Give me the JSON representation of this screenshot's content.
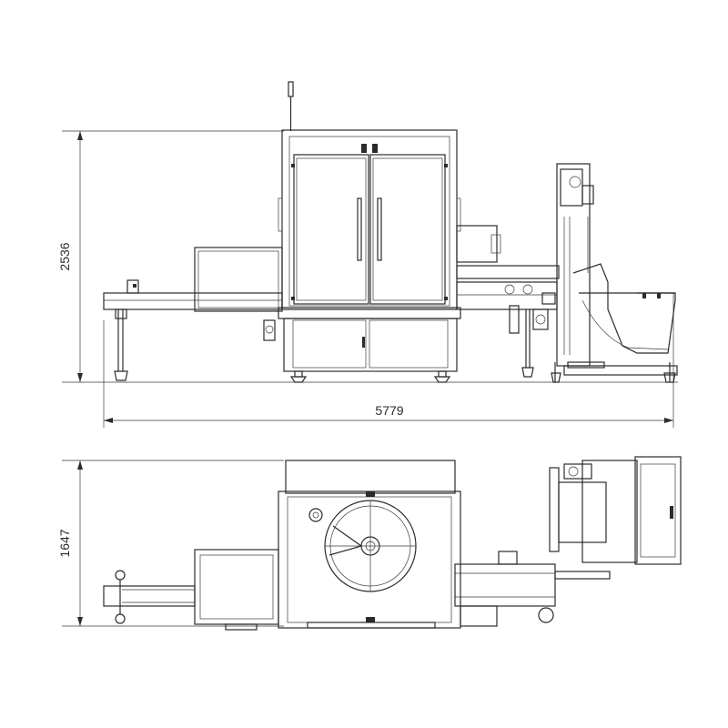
{
  "dimensions": {
    "side_view_height": "2536",
    "overall_length": "5779",
    "top_view_depth": "1647"
  },
  "colors": {
    "line": "#2b2b2b",
    "background": "#ffffff"
  }
}
